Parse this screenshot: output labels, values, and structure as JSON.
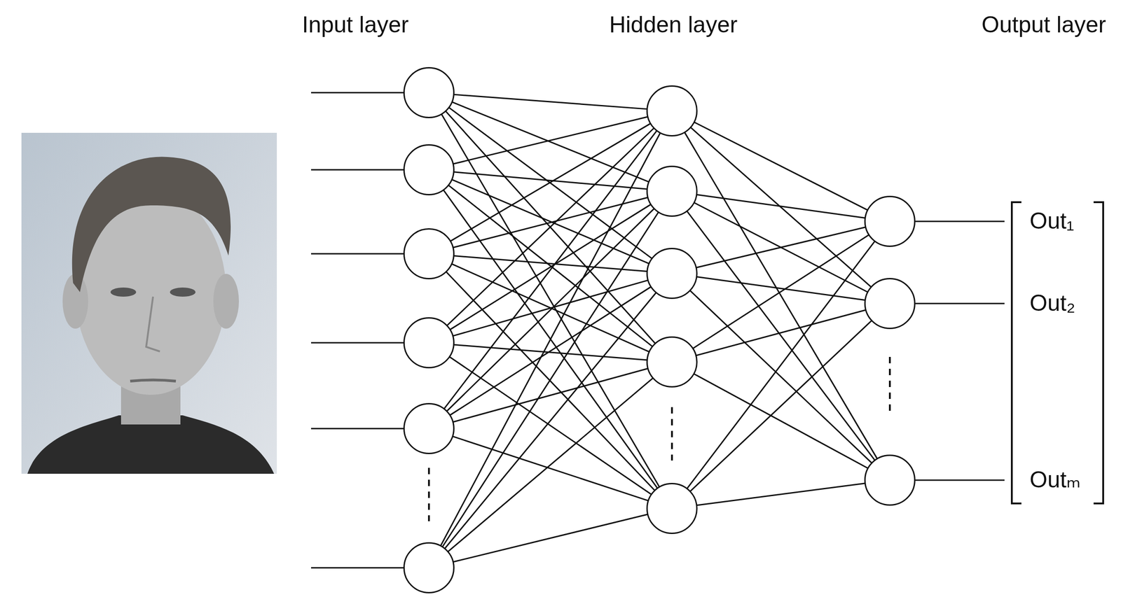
{
  "diagram": {
    "nodes": [
      {
        "text": []
      },
      {
        "text": []
      },
      {
        "text": []
      },
      {
        "text": []
      },
      {
        "text": []
      },
      {
        "text": []
      },
      {
        "text": []
      },
      {
        "text": []
      },
      {
        "text": []
      },
      {
        "text": []
      },
      {
        "text": []
      },
      {
        "text": []
      },
      {
        "text": []
      },
      {
        "text": []
      }
    ],
    "edges": [
      {
        "from": 0,
        "to": 6,
        "arrow": "none"
      },
      {
        "from": 0,
        "to": 7,
        "arrow": "none"
      },
      {
        "from": 0,
        "to": 8,
        "arrow": "none"
      },
      {
        "from": 0,
        "to": 9,
        "arrow": "none"
      },
      {
        "from": 0,
        "to": 10,
        "arrow": "none"
      },
      {
        "from": 1,
        "to": 6,
        "arrow": "none"
      },
      {
        "from": 1,
        "to": 7,
        "arrow": "none"
      },
      {
        "from": 1,
        "to": 8,
        "arrow": "none"
      },
      {
        "from": 1,
        "to": 9,
        "arrow": "none"
      },
      {
        "from": 1,
        "to": 10,
        "arrow": "none"
      },
      {
        "from": 2,
        "to": 6,
        "arrow": "none"
      },
      {
        "from": 2,
        "to": 7,
        "arrow": "none"
      },
      {
        "from": 2,
        "to": 8,
        "arrow": "none"
      },
      {
        "from": 2,
        "to": 9,
        "arrow": "none"
      },
      {
        "from": 2,
        "to": 10,
        "arrow": "none"
      },
      {
        "from": 3,
        "to": 6,
        "arrow": "none"
      },
      {
        "from": 3,
        "to": 7,
        "arrow": "none"
      },
      {
        "from": 3,
        "to": 8,
        "arrow": "none"
      },
      {
        "from": 3,
        "to": 9,
        "arrow": "none"
      },
      {
        "from": 3,
        "to": 10,
        "arrow": "none"
      },
      {
        "from": 4,
        "to": 6,
        "arrow": "none"
      },
      {
        "from": 4,
        "to": 7,
        "arrow": "none"
      },
      {
        "from": 4,
        "to": 8,
        "arrow": "none"
      },
      {
        "from": 4,
        "to": 9,
        "arrow": "none"
      },
      {
        "from": 4,
        "to": 10,
        "arrow": "none"
      },
      {
        "from": 5,
        "to": 6,
        "arrow": "none"
      },
      {
        "from": 5,
        "to": 7,
        "arrow": "none"
      },
      {
        "from": 5,
        "to": 8,
        "arrow": "none"
      },
      {
        "from": 5,
        "to": 9,
        "arrow": "none"
      },
      {
        "from": 5,
        "to": 10,
        "arrow": "none"
      },
      {
        "from": 6,
        "to": 11,
        "arrow": "none"
      },
      {
        "from": 6,
        "to": 12,
        "arrow": "none"
      },
      {
        "from": 6,
        "to": 13,
        "arrow": "none"
      },
      {
        "from": 7,
        "to": 11,
        "arrow": "none"
      },
      {
        "from": 7,
        "to": 12,
        "arrow": "none"
      },
      {
        "from": 7,
        "to": 13,
        "arrow": "none"
      },
      {
        "from": 8,
        "to": 11,
        "arrow": "none"
      },
      {
        "from": 8,
        "to": 12,
        "arrow": "none"
      },
      {
        "from": 8,
        "to": 13,
        "arrow": "none"
      },
      {
        "from": 9,
        "to": 11,
        "arrow": "none"
      },
      {
        "from": 9,
        "to": 12,
        "arrow": "none"
      },
      {
        "from": 9,
        "to": 13,
        "arrow": "none"
      },
      {
        "from": 10,
        "to": 11,
        "arrow": "none"
      },
      {
        "from": 10,
        "to": 12,
        "arrow": "none"
      },
      {
        "from": 10,
        "to": 13,
        "arrow": "none"
      }
    ],
    "labels": [
      "Input layer",
      "Hidden layer",
      "Output layer",
      "Out₁",
      "Out₂",
      "Outₘ"
    ]
  }
}
